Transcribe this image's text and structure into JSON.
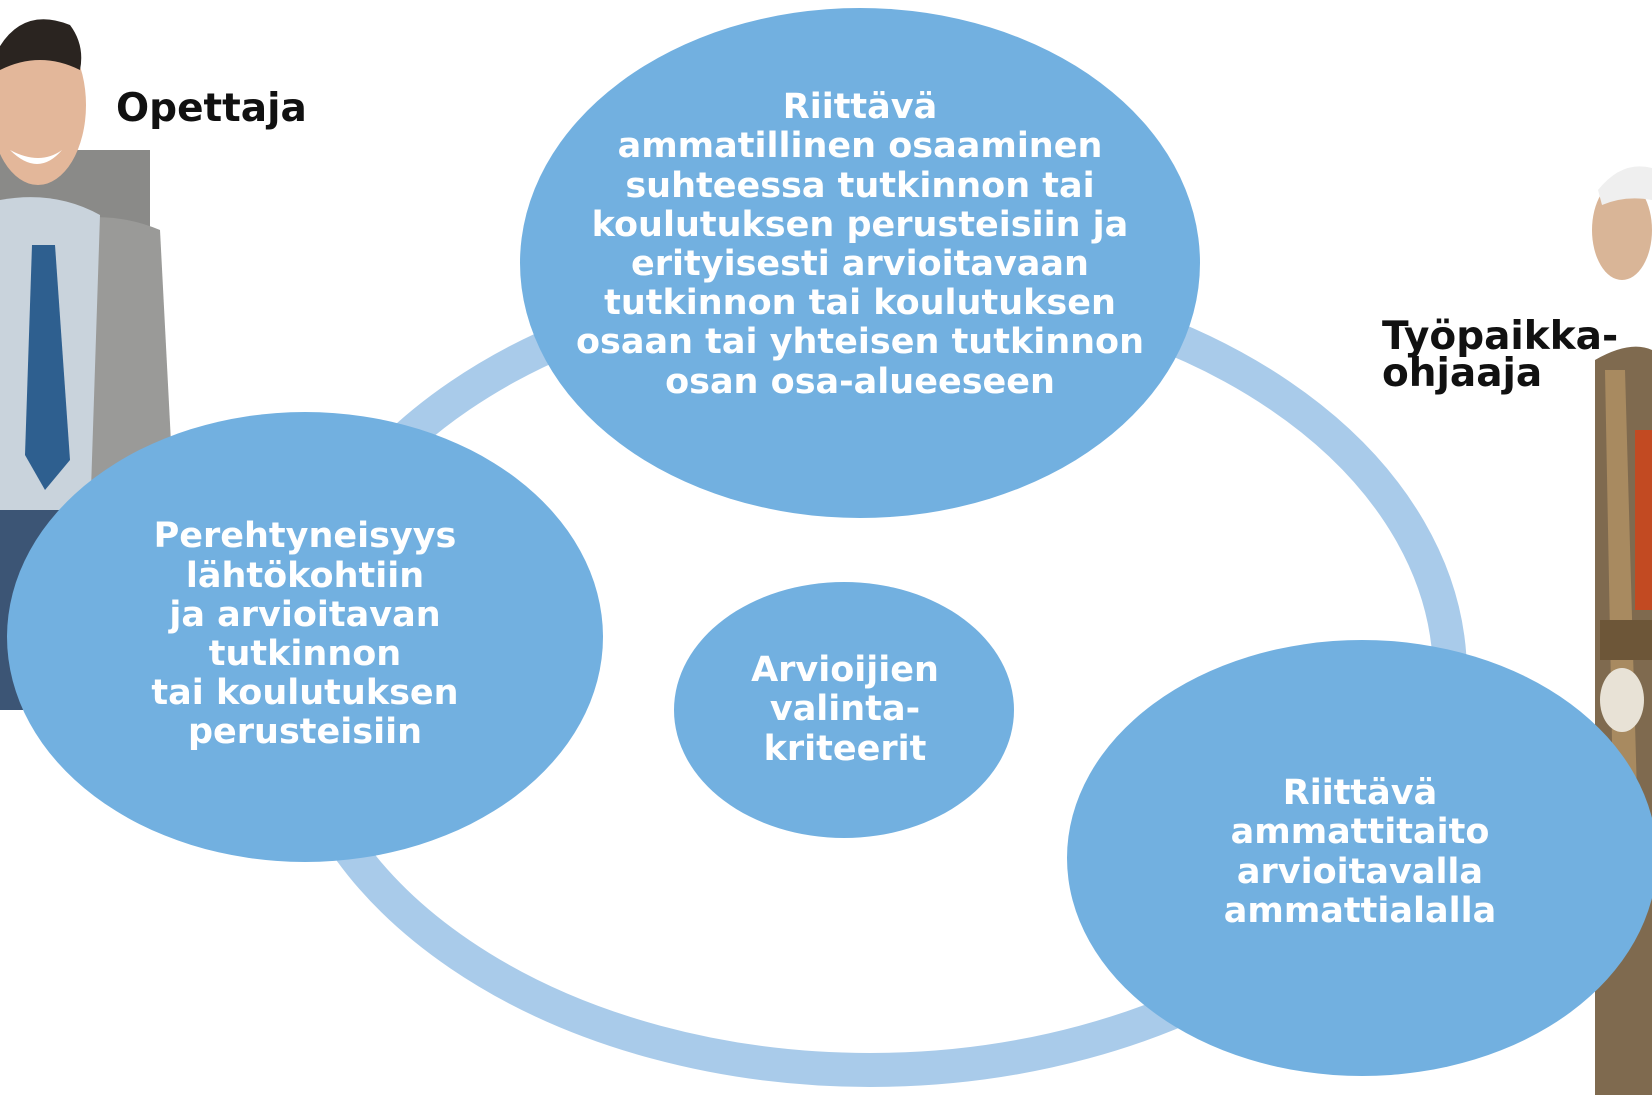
{
  "colors": {
    "ring": "#a9cbea",
    "bubble": "#72b0e0",
    "bubble_text": "#ffffff",
    "label_text": "#111111"
  },
  "labels": {
    "teacher": "Opettaja",
    "workplace_instructor": "Työpaikka-\nohjaaja"
  },
  "bubbles": {
    "top": "Riittävä\nammatillinen osaaminen\nsuhteessa tutkinnon tai\nkoulutuksen perusteisiin ja\nerityisesti arvioitavaan\ntutkinnon tai koulutuksen\nosaan tai yhteisen tutkinnon\nosan osa-alueeseen",
    "left": "Perehtyneisyys\nlähtökohtiin\nja arvioitavan\ntutkinnon\ntai koulutuksen\nperusteisiin",
    "center": "Arvioijien\nvalinta-\nkriteerit",
    "right": "Riittävä\nammattitaito\narvioitavalla\nammattialalla"
  }
}
